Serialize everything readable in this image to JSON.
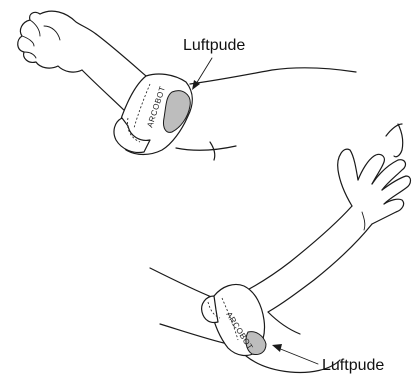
{
  "labels": {
    "top": "Luftpude",
    "bottom": "Luftpude"
  },
  "brand_mark": "ARCOBOT",
  "colors": {
    "line": "#1a1a1a",
    "pad": "#bdbdbd",
    "background": "#ffffff"
  }
}
